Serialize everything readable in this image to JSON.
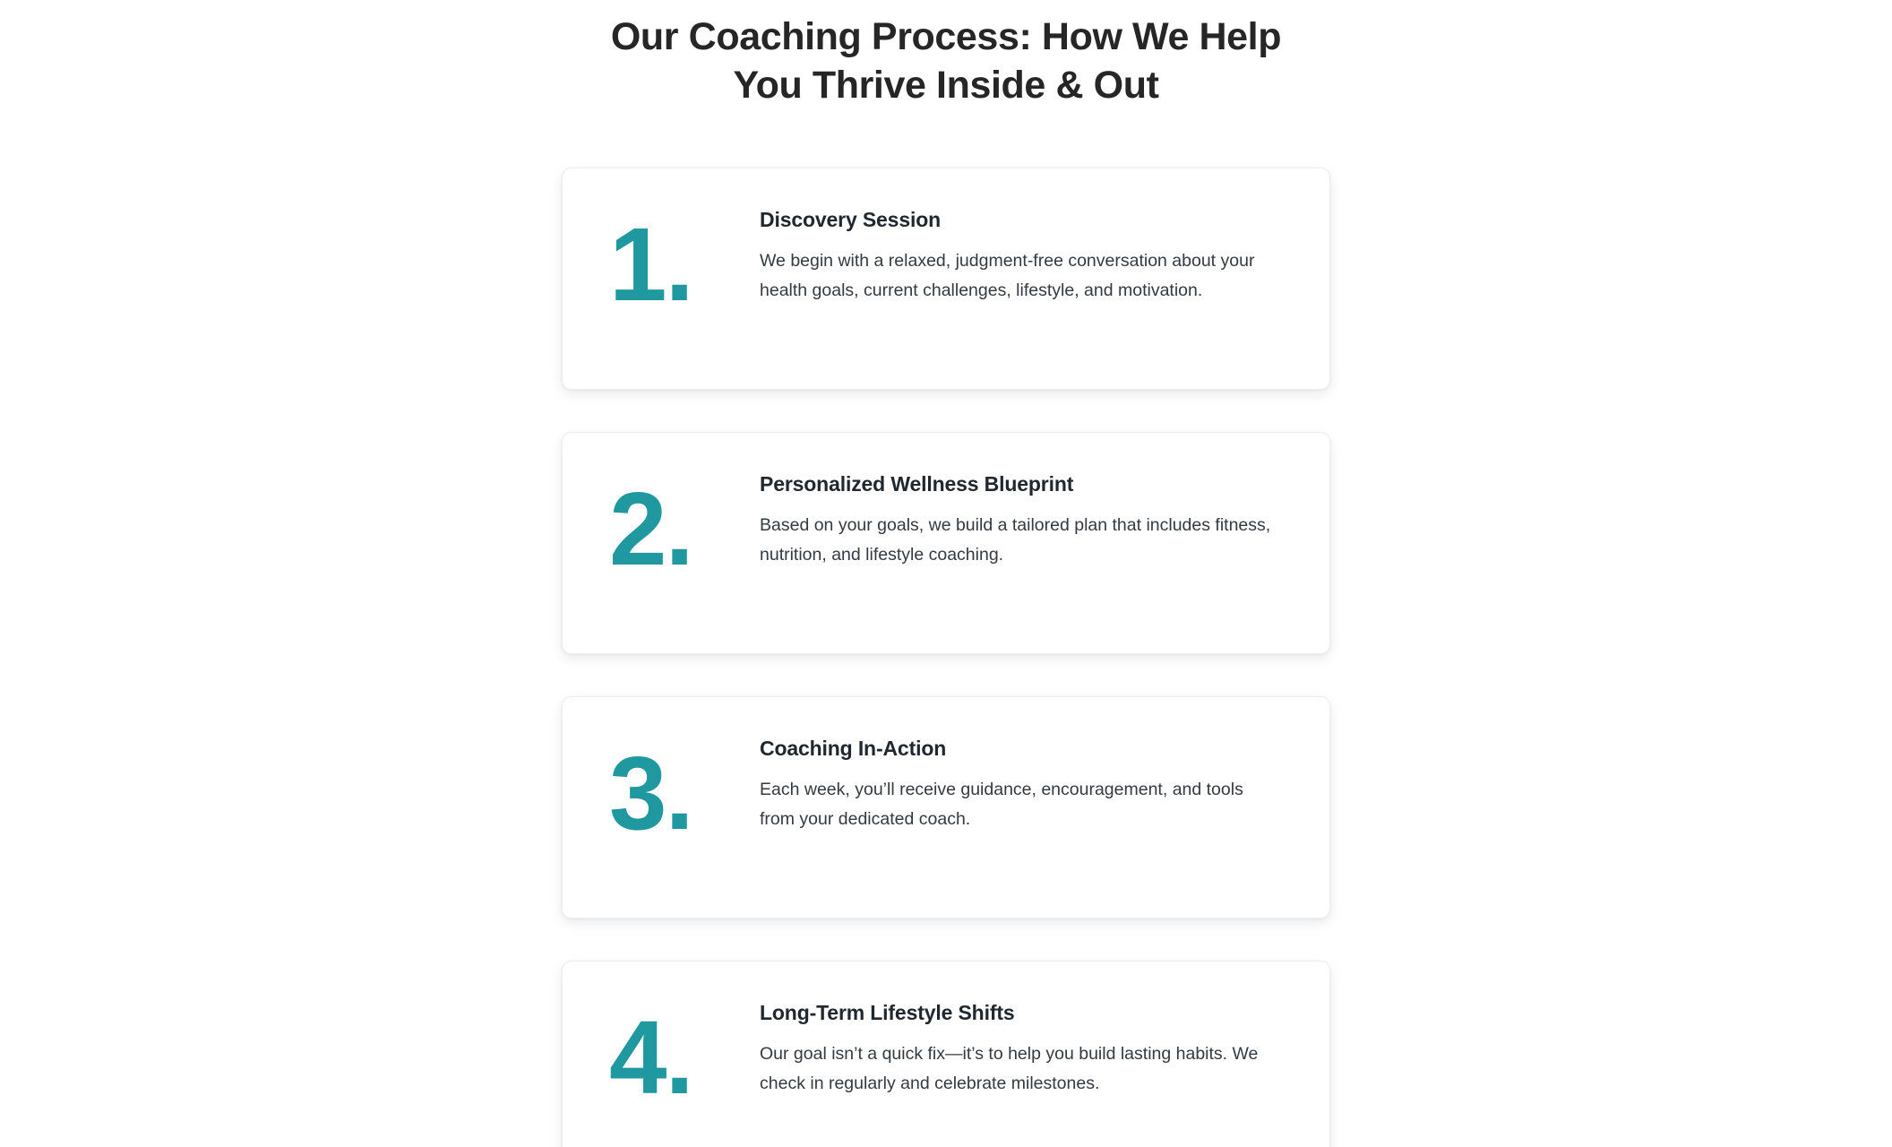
{
  "theme": {
    "accent": "#2098a0",
    "heading_color": "#262626",
    "title_color": "#20272e",
    "body_color": "#333a41",
    "card_background": "#ffffff",
    "card_border": "#eceef0",
    "page_background": "#ffffff"
  },
  "section": {
    "heading_line1": "Our Coaching Process: How We Help",
    "heading_line2": "You Thrive Inside & Out"
  },
  "steps": [
    {
      "number": "1.",
      "title": "Discovery Session",
      "description": "We begin with a relaxed, judgment-free conversation about your health goals, current challenges, lifestyle, and motivation."
    },
    {
      "number": "2.",
      "title": "Personalized Wellness Blueprint",
      "description": "Based on your goals, we build a tailored plan that includes fitness, nutrition, and lifestyle coaching."
    },
    {
      "number": "3.",
      "title": "Coaching In-Action",
      "description": "Each week, you’ll receive guidance, encouragement, and tools from your dedicated coach."
    },
    {
      "number": "4.",
      "title": "Long-Term Lifestyle Shifts",
      "description": "Our goal isn’t a quick fix—it’s to help you build lasting habits. We check in regularly and celebrate milestones."
    }
  ]
}
